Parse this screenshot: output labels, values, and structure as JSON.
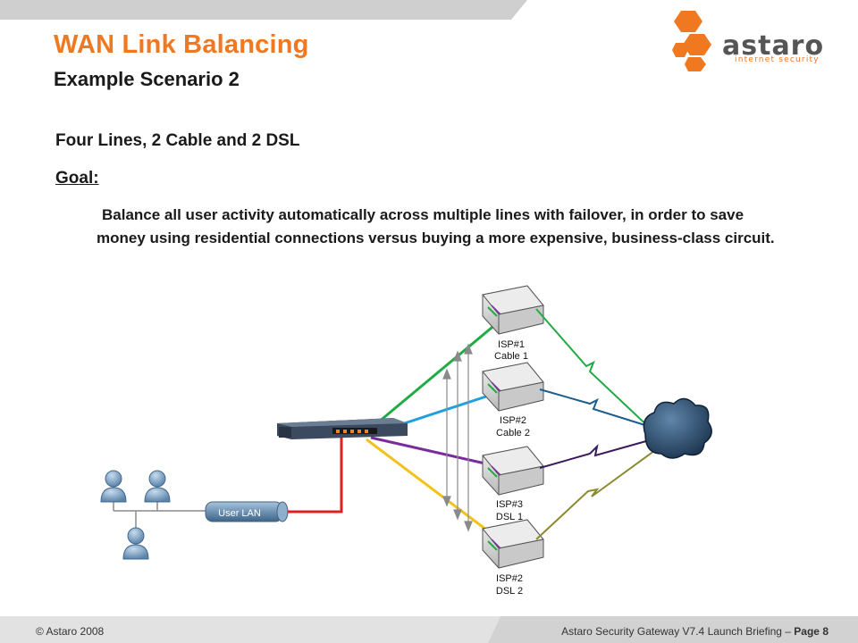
{
  "slide": {
    "title": "WAN Link Balancing",
    "subtitle": "Example Scenario 2",
    "lines_heading": "Four Lines, 2 Cable and 2 DSL",
    "goal_heading": "Goal:",
    "goal_text": "Balance all user activity automatically across multiple lines with failover, in order to save money using residential connections versus buying a more expensive, business-class circuit."
  },
  "logo": {
    "name": "astaro",
    "tagline": "internet security",
    "accent_color": "#f07820"
  },
  "diagram": {
    "lan_label": "User LAN",
    "isps": [
      {
        "line1": "ISP#1",
        "line2": "Cable 1",
        "color": "#22aa44"
      },
      {
        "line1": "ISP#2",
        "line2": "Cable 2",
        "color": "#1ea0dc"
      },
      {
        "line1": "ISP#3",
        "line2": "DSL 1",
        "color": "#7a2c9e"
      },
      {
        "line1": "ISP#2",
        "line2": "DSL 2",
        "color": "#f2c21a"
      }
    ],
    "lan_link_color": "#e02020",
    "icons": [
      "user-icon",
      "user-icon",
      "user-icon",
      "gateway-appliance-icon",
      "router-icon",
      "cloud-icon"
    ]
  },
  "footer": {
    "copyright": "© Astaro 2008",
    "briefing": "Astaro Security Gateway V7.4 Launch Briefing – ",
    "page": "Page 8"
  }
}
